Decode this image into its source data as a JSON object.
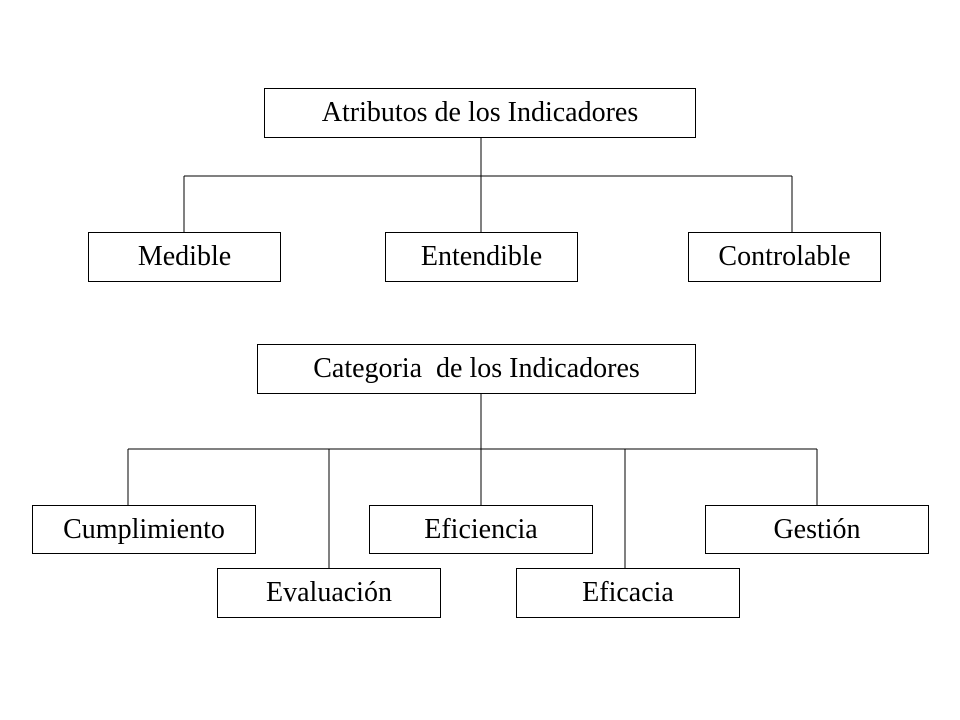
{
  "diagram_top": {
    "title": "Atributos de los Indicadores",
    "children": [
      "Medible",
      "Entendible",
      "Controlable"
    ]
  },
  "diagram_bottom": {
    "title": "Categoria  de los Indicadores",
    "children": [
      "Cumplimiento",
      "Evaluación",
      "Eficiencia",
      "Eficacia",
      "Gestión"
    ]
  }
}
